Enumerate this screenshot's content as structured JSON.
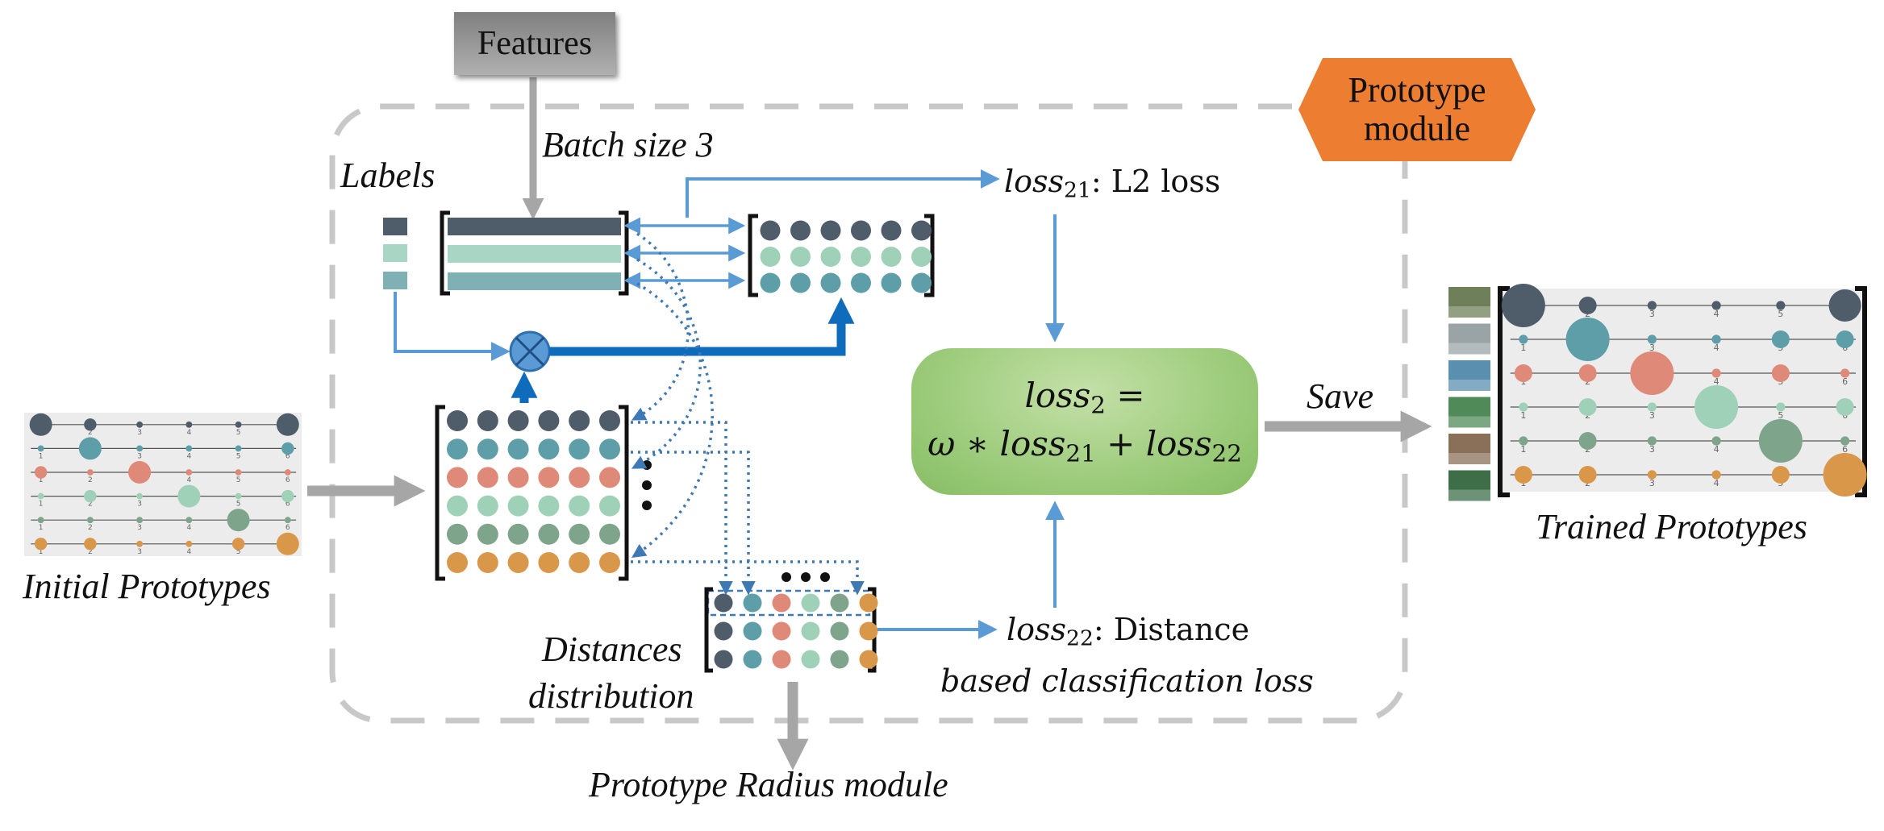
{
  "features_label": "Features",
  "batch_size_label": "Batch size 3",
  "labels_label": "Labels",
  "prototype_module": [
    "Prototype",
    "module"
  ],
  "loss21": {
    "name": "loss",
    "sub": "21",
    "rest": ": L2 loss"
  },
  "loss22": {
    "name": "loss",
    "sub": "22",
    "line1_rest": ": Distance",
    "line2": "based classification loss"
  },
  "loss2_box": {
    "line1_name": "loss",
    "line1_sub": "2",
    "line1_rest": " =",
    "line2_a": "ω ∗ loss",
    "line2_sub_a": "21",
    "line2_b": " + loss",
    "line2_sub_b": "22"
  },
  "save_label": "Save",
  "distances_label": [
    "Distances",
    "distribution"
  ],
  "radius_module_label": "Prototype Radius module",
  "initial_prototypes_label": "Initial Prototypes",
  "trained_prototypes_label": "Trained Prototypes",
  "ellipsis": "• • •",
  "proto_tick_labels": [
    "1",
    "2",
    "3",
    "4",
    "5",
    "6"
  ],
  "colors": {
    "class1": "#4f5d6b",
    "class2": "#5d9ea8",
    "class3": "#df8a78",
    "class4": "#9fd1b8",
    "class5": "#7fa48c",
    "class6": "#d9974a",
    "arrow_blue": "#5b9bd5",
    "arrow_dark_blue": "#0f6cbd",
    "gray_arrow": "#a6a6a6",
    "dashed_border": "#c8c8c8",
    "orange": "#ed7d31"
  },
  "initial_sizes": [
    [
      3,
      2,
      1,
      1,
      1,
      3
    ],
    [
      1,
      3,
      1,
      1,
      1,
      2
    ],
    [
      2,
      1,
      3,
      1,
      1,
      1
    ],
    [
      1,
      2,
      1,
      3,
      1,
      2
    ],
    [
      1,
      1,
      1,
      1,
      3,
      1
    ],
    [
      2,
      2,
      1,
      1,
      2,
      3
    ]
  ],
  "trained_sizes": [
    [
      4,
      2,
      1,
      1,
      1,
      3
    ],
    [
      1,
      4,
      1,
      1,
      2,
      2
    ],
    [
      2,
      2,
      4,
      1,
      2,
      1
    ],
    [
      1,
      2,
      1,
      4,
      1,
      2
    ],
    [
      1,
      2,
      1,
      1,
      4,
      1
    ],
    [
      2,
      2,
      1,
      1,
      2,
      4
    ]
  ],
  "thumbnails": [
    "#6f7f5a",
    "#9aa4a6",
    "#5a8fb0",
    "#4f8a58",
    "#8a7058",
    "#3e6e48"
  ]
}
